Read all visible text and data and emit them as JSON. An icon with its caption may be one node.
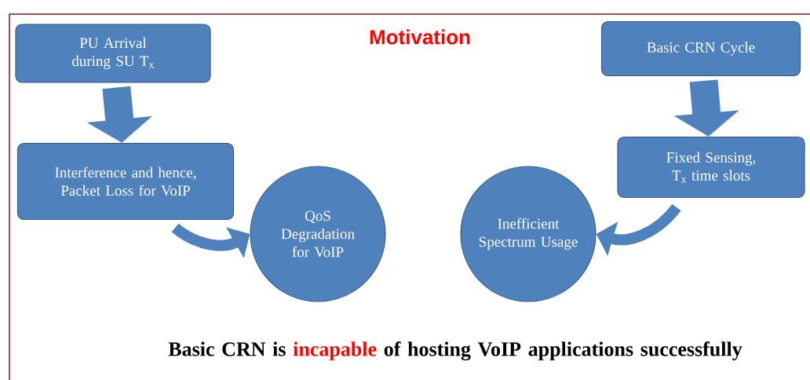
{
  "diagram": {
    "title": "Motivation",
    "nodes": [
      {
        "text": [
          "PU Arrival during SU T$_{x}$"
        ]
      },
      {
        "text": [
          "Interference and hence, Packet Loss for VoIP"
        ]
      },
      {
        "text": [
          "QoS Degradation for VoIP"
        ]
      },
      {
        "text": [
          "Inefficient Spectrum Usage"
        ]
      },
      {
        "text": [
          "Basic CRN Cycle"
        ]
      },
      {
        "text": [
          "Fixed Sensing, T$_{x}$ time slots"
        ]
      }
    ],
    "edges": [
      {
        "from": 0,
        "to": 1,
        "arrow": "to",
        "style": "thick"
      },
      {
        "from": 1,
        "to": 2,
        "arrow": "to"
      },
      {
        "from": 4,
        "to": 5,
        "arrow": "to",
        "style": "thick"
      },
      {
        "from": 5,
        "to": 3,
        "arrow": "to"
      }
    ],
    "labels": [
      "Basic CRN is",
      "incapable",
      "of hosting VoIP applications successfully"
    ]
  }
}
